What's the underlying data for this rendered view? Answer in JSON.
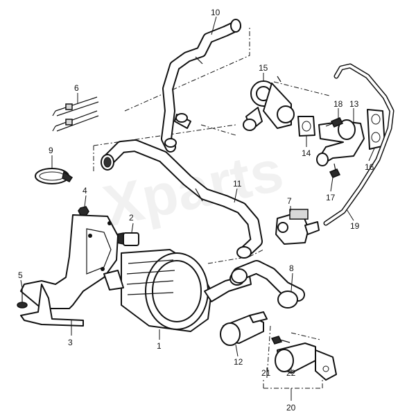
{
  "watermark": "Xparts",
  "callouts": [
    "1",
    "2",
    "3",
    "4",
    "5",
    "6",
    "7",
    "8",
    "9",
    "10",
    "11",
    "12",
    "13",
    "14",
    "15",
    "16",
    "17",
    "18",
    "19",
    "20",
    "21",
    "22"
  ]
}
